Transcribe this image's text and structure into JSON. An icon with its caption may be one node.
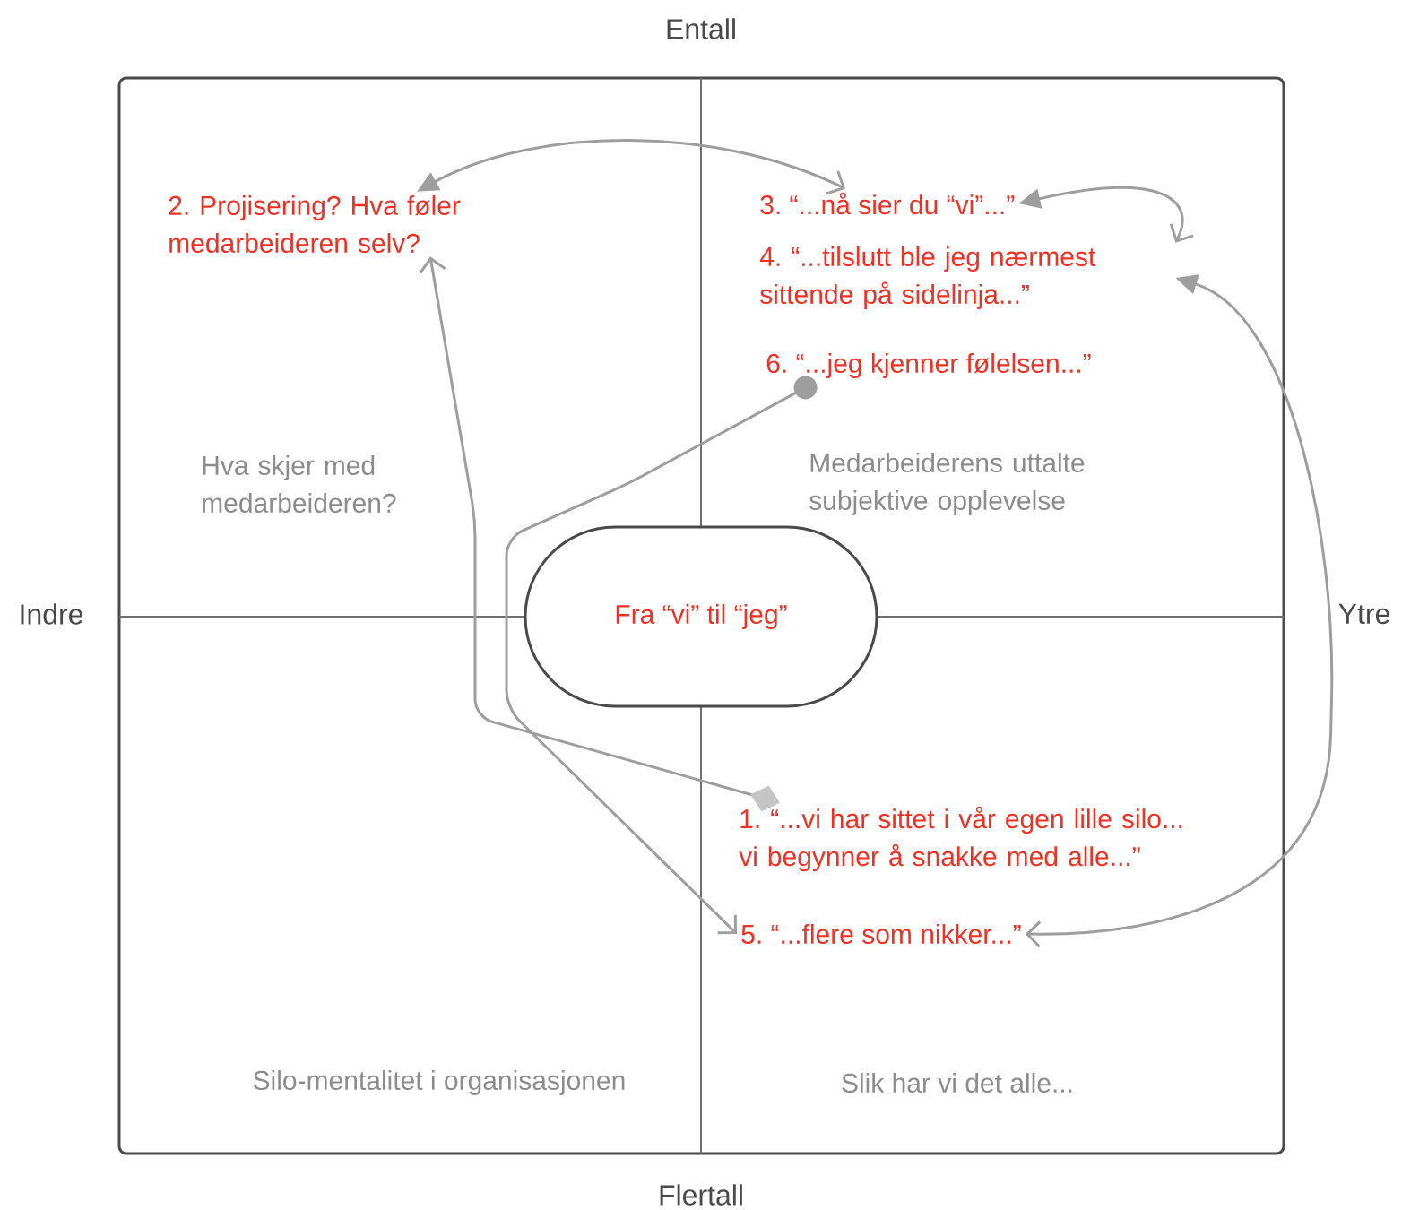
{
  "diagram": {
    "nodes": [
      {
        "text": [
          "2. Projisering? Hva føler medarbeideren selv?"
        ]
      },
      {
        "text": [
          "3. “...nå sier du “vi”...”"
        ]
      },
      {
        "text": [
          "4. “...tilslutt ble jeg nærmest sittende på sidelinja...”"
        ]
      },
      {
        "text": [
          "6. “...jeg kjenner følelsen...”"
        ]
      },
      {
        "text": [
          "Fra “vi” til “jeg”"
        ]
      },
      {
        "text": [
          "1. “...vi har sittet i vår egen lille silo... vi begynner å snakke med alle...”"
        ]
      },
      {
        "text": [
          "5. “...flere som nikker...”"
        ]
      }
    ],
    "edges": [
      {
        "from": 5,
        "to": 0,
        "arrow": "to"
      },
      {
        "from": 0,
        "to": 1,
        "arrow": "both"
      },
      {
        "from": 1,
        "to": 2,
        "arrow": "both"
      },
      {
        "from": 2,
        "to": 6,
        "arrow": "both"
      },
      {
        "from": 3,
        "to": 6,
        "arrow": "to"
      }
    ],
    "labels": [
      "Entall",
      "Indre",
      "Ytre",
      "Hva skjer med medarbeideren?",
      "Medarbeiderens uttalte subjektive opplevelse",
      "Silo-mentalitet i organisasjonen",
      "Slik har vi det alle...",
      "Flertall"
    ]
  }
}
